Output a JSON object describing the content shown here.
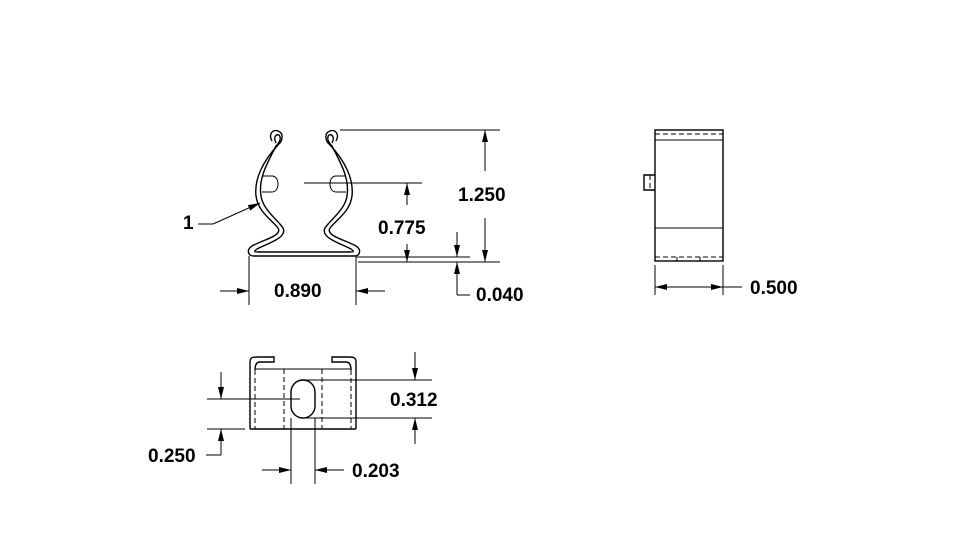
{
  "drawing": {
    "type": "technical-drawing",
    "subject": "spring clip",
    "colors": {
      "line": "#000000",
      "background": "#ffffff"
    }
  },
  "front_view": {
    "balloon": "1",
    "dimensions": {
      "height_overall": "1.250",
      "hole_center_height": "0.775",
      "base_thickness": "0.040",
      "base_width": "0.890"
    }
  },
  "side_view": {
    "dimensions": {
      "width": "0.500"
    }
  },
  "bottom_view": {
    "dimensions": {
      "slot_length": "0.312",
      "slot_center_offset": "0.250",
      "slot_width": "0.203"
    }
  }
}
